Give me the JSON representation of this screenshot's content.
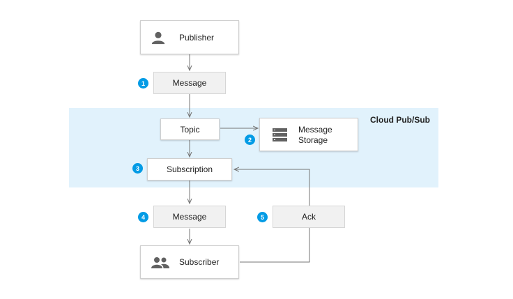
{
  "region": {
    "label": "Cloud Pub/Sub",
    "color": "#e1f2fc"
  },
  "nodes": {
    "publisher": "Publisher",
    "message_in": "Message",
    "topic": "Topic",
    "storage_line1": "Message",
    "storage_line2": "Storage",
    "subscription": "Subscription",
    "message_out": "Message",
    "ack": "Ack",
    "subscriber": "Subscriber"
  },
  "steps": [
    "1",
    "2",
    "3",
    "4",
    "5"
  ],
  "icons": {
    "publisher": "person-icon",
    "storage": "storage-icon",
    "subscriber": "people-icon"
  },
  "colors": {
    "badge": "#039be5",
    "line": "#757575"
  }
}
